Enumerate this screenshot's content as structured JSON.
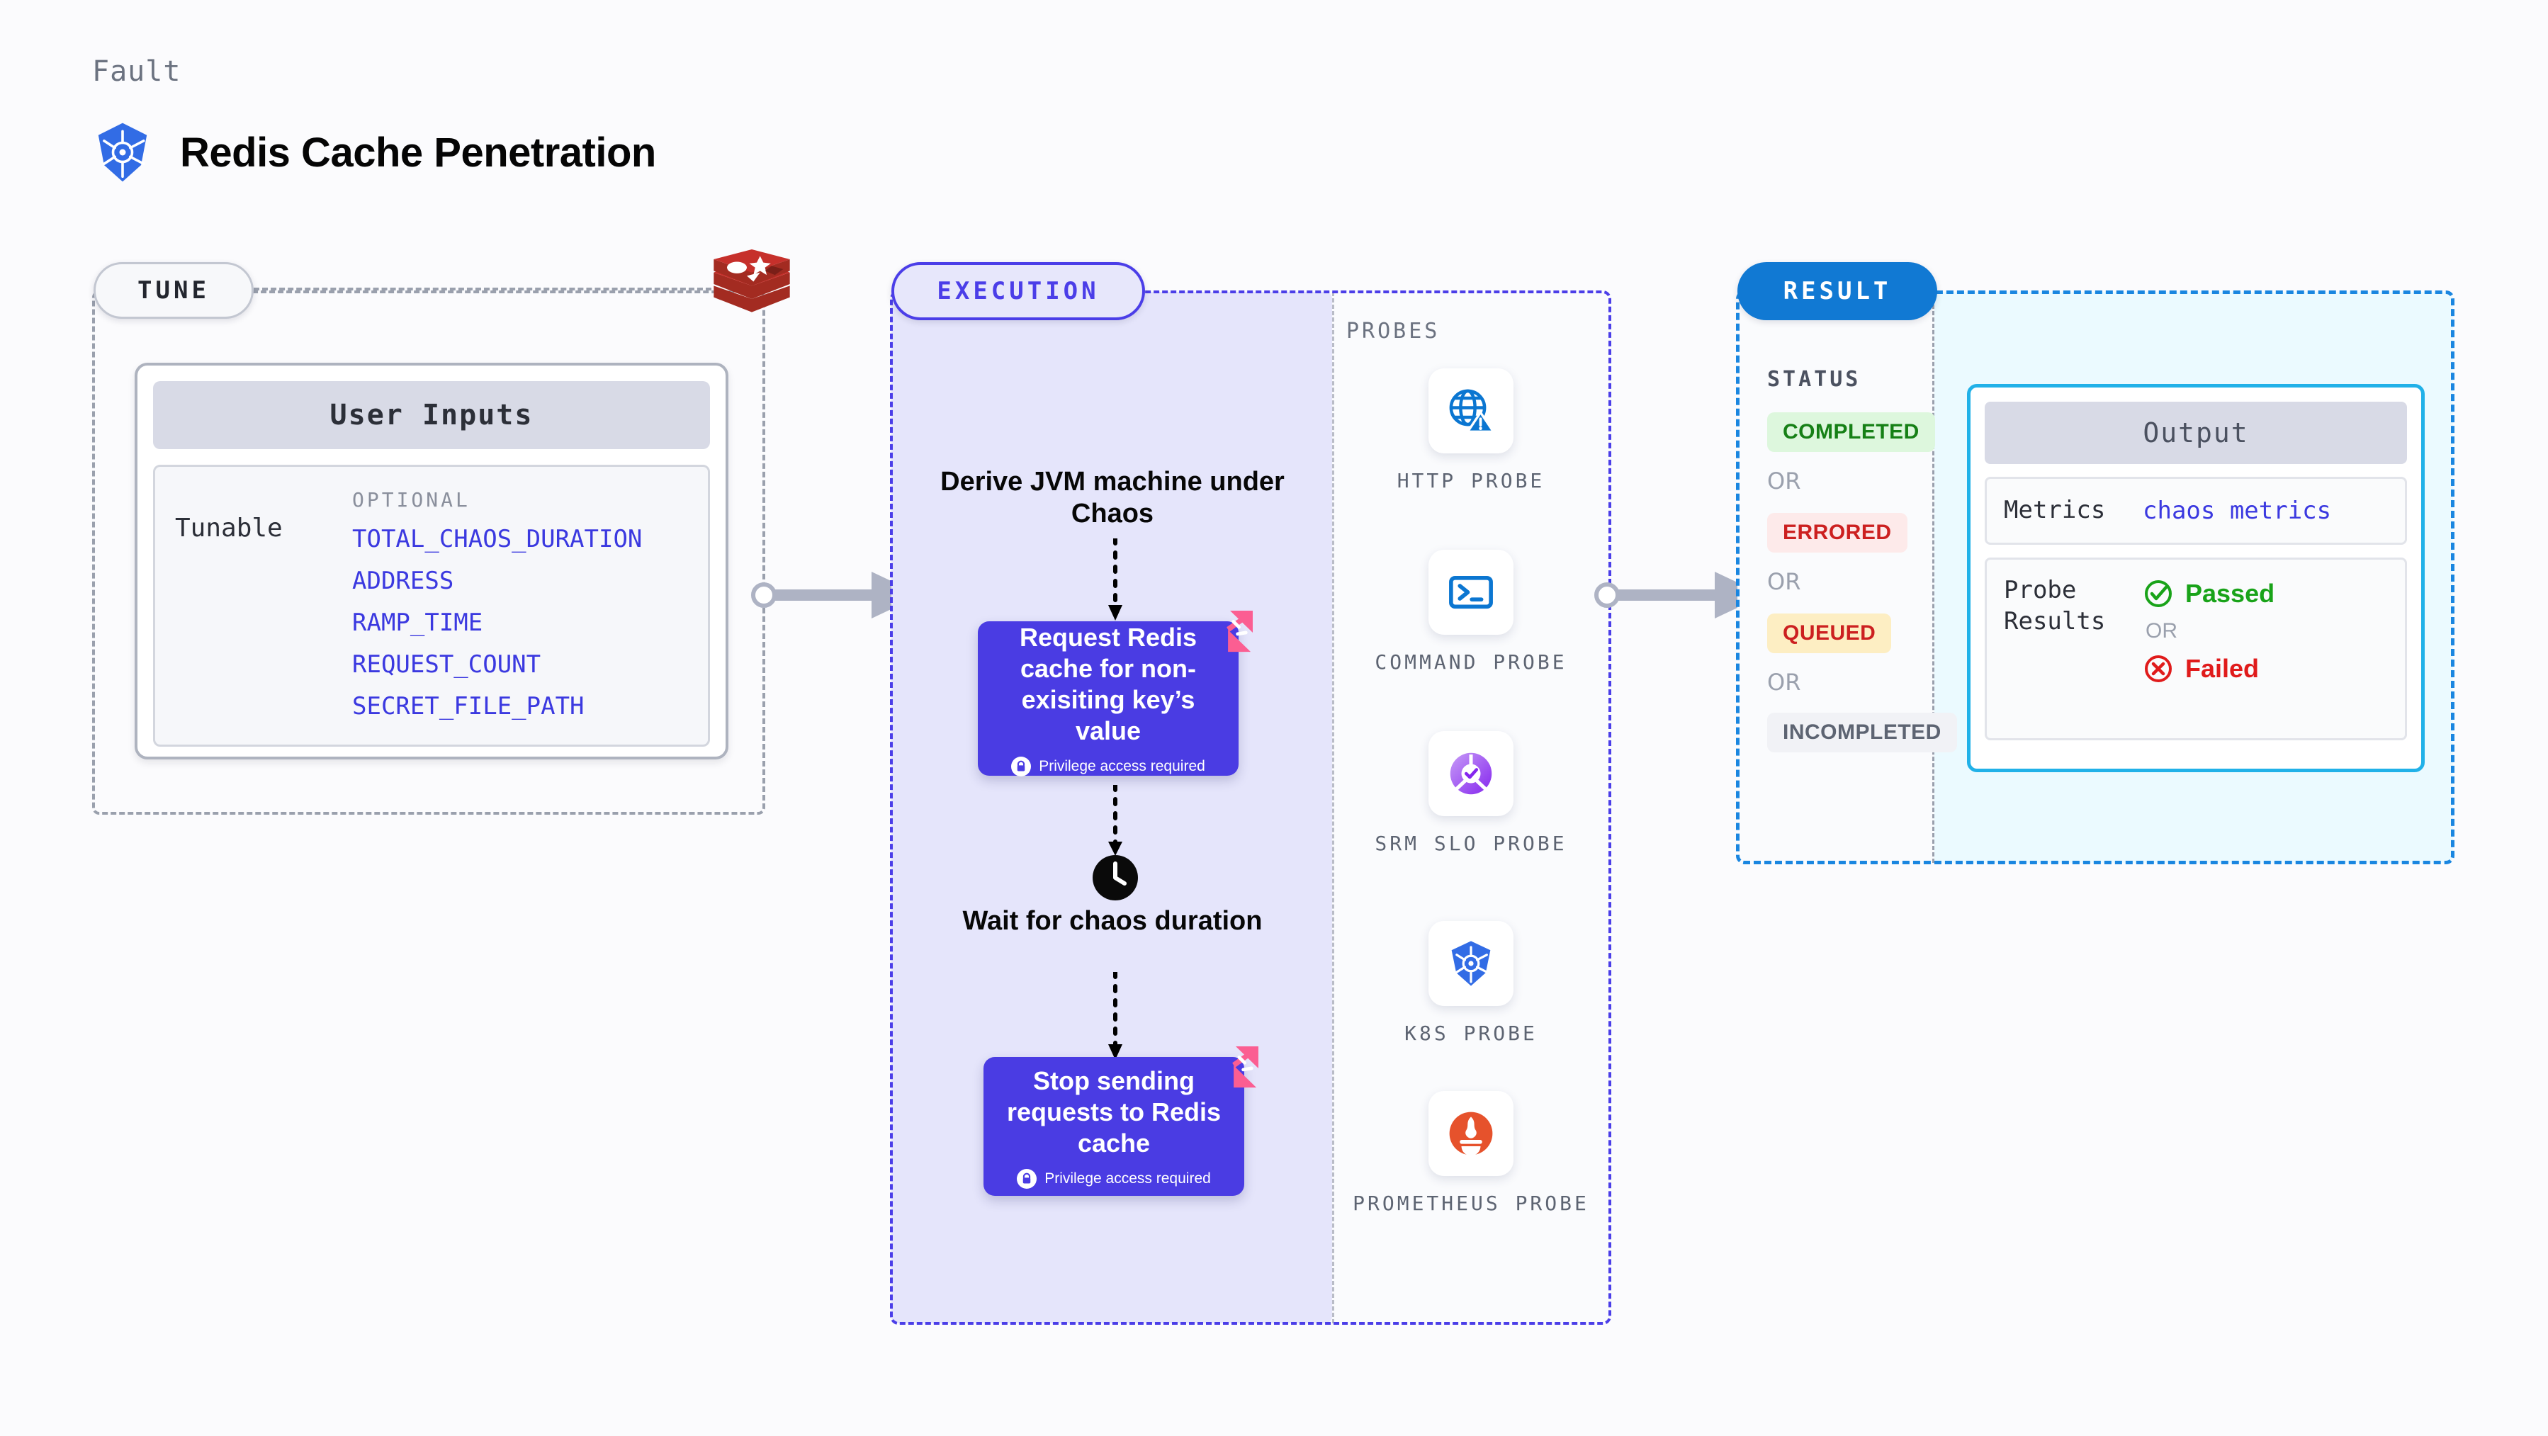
{
  "header": {
    "kicker": "Fault",
    "title": "Redis Cache Penetration",
    "logo_icon": "kubernetes-icon"
  },
  "tune": {
    "pill_label": "TUNE",
    "brand_icon": "redis-logo-icon",
    "user_inputs": {
      "card_title": "User Inputs",
      "row_label": "Tunable",
      "group_label": "OPTIONAL",
      "variables": [
        "TOTAL_CHAOS_DURATION",
        "ADDRESS",
        "RAMP_TIME",
        "REQUEST_COUNT",
        "SECRET_FILE_PATH"
      ]
    }
  },
  "execution": {
    "pill_label": "EXECUTION",
    "steps": [
      {
        "kind": "label",
        "text": "Derive JVM machine under Chaos",
        "icon": null
      },
      {
        "kind": "chaos-box",
        "text": "Request Redis cache for non-exisiting key’s value",
        "note": "Privilege access required",
        "note_icon": "lock-icon",
        "corner_icon": "litmus-chaos-icon"
      },
      {
        "kind": "label",
        "text": "Wait for chaos duration",
        "icon": "clock-icon"
      },
      {
        "kind": "chaos-box",
        "text": "Stop sending requests to Redis cache",
        "note": "Privilege access required",
        "note_icon": "lock-icon",
        "corner_icon": "litmus-chaos-icon"
      }
    ]
  },
  "probes": {
    "title": "PROBES",
    "items": [
      {
        "name": "HTTP PROBE",
        "icon": "http-probe-icon"
      },
      {
        "name": "COMMAND PROBE",
        "icon": "command-probe-icon"
      },
      {
        "name": "SRM SLO PROBE",
        "icon": "srm-slo-probe-icon"
      },
      {
        "name": "K8S PROBE",
        "icon": "k8s-probe-icon"
      },
      {
        "name": "PROMETHEUS PROBE",
        "icon": "prometheus-probe-icon"
      }
    ]
  },
  "result": {
    "pill_label": "RESULT",
    "status_title": "STATUS",
    "or_label": "OR",
    "statuses": [
      {
        "label": "COMPLETED",
        "bg": "#ddf7dd",
        "fg": "#168016"
      },
      {
        "label": "ERRORED",
        "bg": "#fdeaea",
        "fg": "#cc2020"
      },
      {
        "label": "QUEUED",
        "bg": "#fdeec3",
        "fg": "#cc2020"
      },
      {
        "label": "INCOMPLETED",
        "bg": "#f1f2f6",
        "fg": "#5d6472"
      }
    ],
    "output": {
      "card_title": "Output",
      "metrics_key": "Metrics",
      "metrics_value": "chaos metrics",
      "probe_results_key": "Probe Results",
      "passed_label": "Passed",
      "passed_icon": "check-circle-icon",
      "failed_label": "Failed",
      "failed_icon": "x-circle-icon",
      "or_label": "OR",
      "passed_color": "#19a319",
      "failed_color": "#e01b1b"
    }
  },
  "colors": {
    "accent_execution": "#4b3ee8",
    "accent_result": "#1179d3",
    "chaos_box": "#4a3ce3",
    "litmus_pink": "#fb5e92",
    "redis_red": "#b5332a",
    "k8s_blue": "#326ce5"
  }
}
